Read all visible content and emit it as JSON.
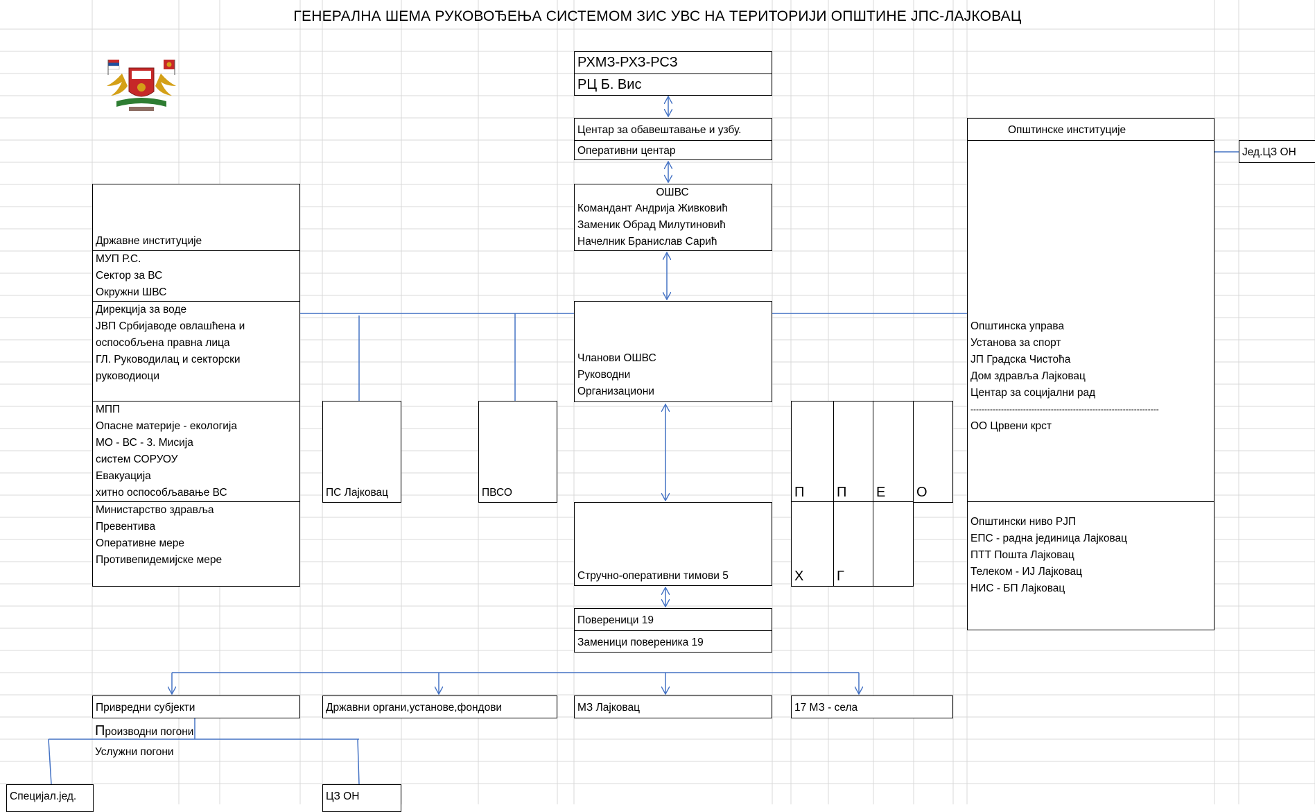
{
  "title": "ГЕНЕРАЛНА ШЕМА РУКОВОЂЕЊА СИСТЕМОМ ЗИС УВС НА ТЕРИТОРИЈИ ОПШТИНЕ  ЈПС-ЛАЈКОВАЦ",
  "top": {
    "rhmz": "РХМЗ-РХЗ-РСЗ",
    "rc": "РЦ Б. Вис",
    "center": "Центар за обавештавање и узбу.",
    "operative": "Оперативни центар"
  },
  "oshvs": {
    "heading": "ОШВС",
    "lines": [
      "Командант Андрија Живковић",
      "Заменик Обрад Милутиновић",
      "Начелник Бранислав Сарић"
    ]
  },
  "members": {
    "lines": [
      "Чланови ОШВС",
      "Руководни",
      "Организациони"
    ]
  },
  "teams": "Стручно-оперативни тимови  5",
  "commissioners": "Повереници    19",
  "deputies": "Заменици повереника   19",
  "state": {
    "heading": "Државне институције",
    "group1": [
      "МУП Р.С.",
      "Сектор за ВС",
      "Окружни ШВС"
    ],
    "group2": [
      "Дирекција за воде",
      "ЈВП Србијаводе овлашћена и",
      "оспособљена правна лица",
      "ГЛ. Руководилац и секторски",
      "руководиоци"
    ],
    "group3": [
      "МПП",
      "Опасне материје - екологија",
      "МО - ВС - 3. Мисија",
      "систем СОРУОУ",
      "Евакуација",
      "хитно оспособљавање ВС"
    ],
    "group4": [
      "Министарство здравља",
      "Превентива",
      "Оперативне мере",
      "Противепидемијске мере"
    ]
  },
  "ps": "ПС Лајковац",
  "pvso": "ПВСО",
  "letters_top": [
    "П",
    "П",
    "Е",
    "О"
  ],
  "letters_bottom": [
    "Х",
    "Г"
  ],
  "municipal": {
    "heading": "Општинске институције",
    "group1": [
      "Општинска управа",
      "Установа за спорт",
      "ЈП Градска Чистоћа",
      "Дом здравља Лајковац",
      "Центар за социјални рад"
    ],
    "separator": "--------------------------------------------------------------------",
    "red_cross": "ОО Црвени крст",
    "group2": [
      "Општински ниво РЈП",
      "ЕПС - радна јединица Лајковац",
      "ПТТ Пошта Лајковац",
      "Телеком - ИЈ Лајковац",
      "НИС - БП Лајковац"
    ]
  },
  "jed_czon": "Јед.ЦЗ ОН",
  "bottom": {
    "economic": "Привредни субјекти",
    "production_first": "П",
    "production_rest": "роизводни погони",
    "service": "Услужни погони",
    "state_organs": "Државни органи,установе,фондови",
    "mz": "МЗ Лајковац",
    "villages": "17 МЗ - села",
    "special": "Специјал.јед.",
    "czon": "ЦЗ ОН"
  },
  "colors": {
    "connector": "#4472c4",
    "grid": "#d9d9d9"
  }
}
